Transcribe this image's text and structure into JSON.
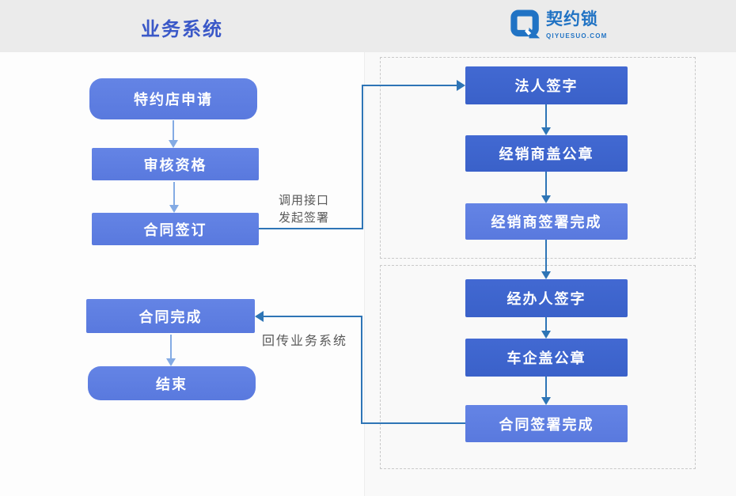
{
  "header": {
    "title": "业务系统",
    "logo": {
      "brand": "契约锁",
      "domain": "QIYUESUO.COM"
    }
  },
  "flow": {
    "left": {
      "nodes": [
        {
          "id": "apply",
          "label": "特约店申请",
          "shape": "rounded"
        },
        {
          "id": "review",
          "label": "审核资格",
          "shape": "rect"
        },
        {
          "id": "sign",
          "label": "合同签订",
          "shape": "rect"
        },
        {
          "id": "complete",
          "label": "合同完成",
          "shape": "rect"
        },
        {
          "id": "end",
          "label": "结束",
          "shape": "rounded"
        }
      ]
    },
    "right": {
      "group1": {
        "nodes": [
          {
            "id": "legal-sign",
            "label": "法人签字"
          },
          {
            "id": "dealer-seal",
            "label": "经销商盖公章"
          },
          {
            "id": "dealer-done",
            "label": "经销商签署完成"
          }
        ]
      },
      "group2": {
        "nodes": [
          {
            "id": "operator-sign",
            "label": "经办人签字"
          },
          {
            "id": "car-seal",
            "label": "车企盖公章"
          },
          {
            "id": "sign-done",
            "label": "合同签署完成"
          }
        ]
      }
    },
    "connectors": {
      "call": {
        "line1": "调用接口",
        "line2": "发起签署"
      },
      "return": {
        "label": "回传业务系统"
      }
    }
  },
  "colors": {
    "header_bg": "#ebebeb",
    "title_blue": "#3a58c8",
    "logo_blue": "#2173c4",
    "node_light": "#5e7ee1",
    "node_dark": "#3f66cd",
    "arrow_light": "#84abe4",
    "arrow_dark": "#2e75b6",
    "label_gray": "#595959",
    "dashed_border": "#c9c9c9"
  }
}
